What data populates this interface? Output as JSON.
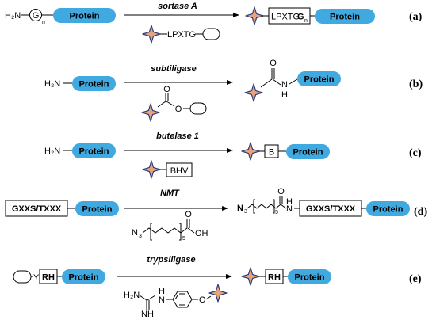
{
  "reactions": [
    {
      "label": "(a)",
      "enzyme": "sortase A",
      "substrate": {
        "amine": "H₂N",
        "residue": "G",
        "subscript": "n",
        "protein": "Protein"
      },
      "reagent": {
        "motif": "LPXTG"
      },
      "product": {
        "motif": "LPXTG",
        "bold": "G",
        "subscript": "n",
        "protein": "Protein"
      }
    },
    {
      "label": "(b)",
      "enzyme": "subtiligase",
      "substrate": {
        "amine": "H₂N",
        "protein": "Protein"
      },
      "reagent": {
        "carbonyl_o": "O",
        "ester_o": "O"
      },
      "product": {
        "carbonyl_o": "O",
        "nh": "N",
        "h": "H",
        "protein": "Protein"
      }
    },
    {
      "label": "(c)",
      "enzyme": "butelase 1",
      "substrate": {
        "amine": "H₂N",
        "protein": "Protein"
      },
      "reagent": {
        "motif": "BHV"
      },
      "product": {
        "residue": "B",
        "protein": "Protein"
      }
    },
    {
      "label": "(d)",
      "enzyme": "NMT",
      "substrate": {
        "motif": "GXXS/TXXX",
        "protein": "Protein"
      },
      "reagent": {
        "azide": "N",
        "azide_sub": "3",
        "repeat_sub": "5",
        "oh": "OH",
        "carbonyl_o": "O"
      },
      "product": {
        "azide": "N",
        "azide_sub": "3",
        "repeat_sub": "5",
        "carbonyl_o": "O",
        "nh": "N",
        "h": "H",
        "motif": "GXXS/TXXX",
        "protein": "Protein"
      }
    },
    {
      "label": "(e)",
      "enzyme": "trypsiligase",
      "substrate": {
        "prefix": "Y",
        "motif": "RH",
        "protein": "Protein"
      },
      "reagent": {
        "h2n": "H₂N",
        "nh": "NH",
        "hn": "H",
        "n": "N",
        "o": "O"
      },
      "product": {
        "motif": "RH",
        "protein": "Protein"
      }
    }
  ],
  "colors": {
    "protein_fill": "#3fa9e0",
    "star_fill": "#e8a27c",
    "star_outline": "#2c3e7a"
  },
  "icons": [
    "four-point-star-icon",
    "capsule-resin-icon"
  ]
}
